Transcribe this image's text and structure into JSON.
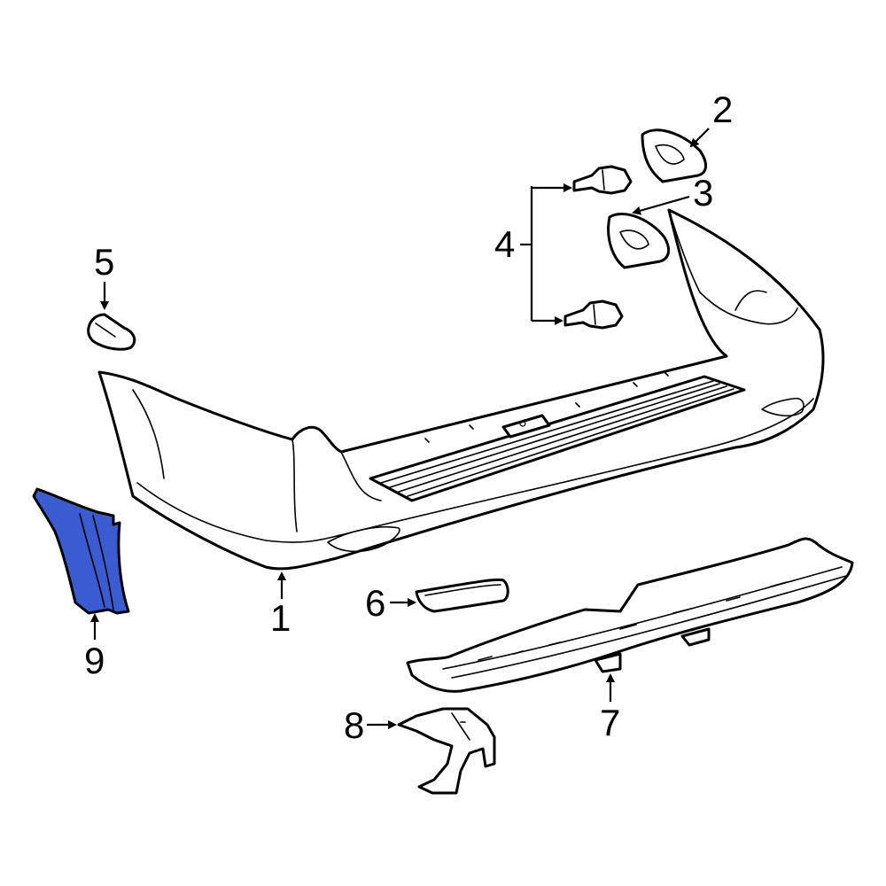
{
  "colors": {
    "line": "#000000",
    "background": "#ffffff",
    "highlight": "#3b5bd0"
  },
  "callouts": [
    {
      "id": "1",
      "label": "1"
    },
    {
      "id": "2",
      "label": "2"
    },
    {
      "id": "3",
      "label": "3"
    },
    {
      "id": "4",
      "label": "4"
    },
    {
      "id": "5",
      "label": "5"
    },
    {
      "id": "6",
      "label": "6"
    },
    {
      "id": "7",
      "label": "7"
    },
    {
      "id": "8",
      "label": "8"
    },
    {
      "id": "9",
      "label": "9"
    }
  ],
  "highlighted_part": "9"
}
